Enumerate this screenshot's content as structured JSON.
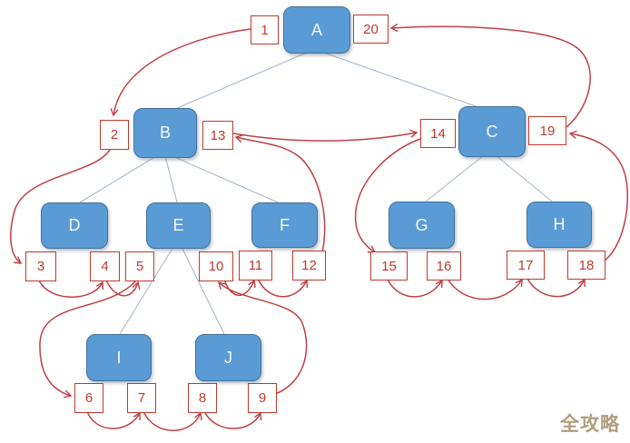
{
  "diagram": {
    "nodes": [
      {
        "id": "A",
        "label": "A"
      },
      {
        "id": "B",
        "label": "B"
      },
      {
        "id": "C",
        "label": "C"
      },
      {
        "id": "D",
        "label": "D"
      },
      {
        "id": "E",
        "label": "E"
      },
      {
        "id": "F",
        "label": "F"
      },
      {
        "id": "G",
        "label": "G"
      },
      {
        "id": "H",
        "label": "H"
      },
      {
        "id": "I",
        "label": "I"
      },
      {
        "id": "J",
        "label": "J"
      }
    ],
    "tree_edges": [
      [
        "A",
        "B"
      ],
      [
        "A",
        "C"
      ],
      [
        "B",
        "D"
      ],
      [
        "B",
        "E"
      ],
      [
        "B",
        "F"
      ],
      [
        "C",
        "G"
      ],
      [
        "C",
        "H"
      ],
      [
        "E",
        "I"
      ],
      [
        "E",
        "J"
      ]
    ],
    "visits": [
      {
        "n": "1",
        "at": "A-left"
      },
      {
        "n": "2",
        "at": "B-left"
      },
      {
        "n": "3",
        "at": "D-left"
      },
      {
        "n": "4",
        "at": "D-right"
      },
      {
        "n": "5",
        "at": "E-left"
      },
      {
        "n": "6",
        "at": "I-left"
      },
      {
        "n": "7",
        "at": "I-right"
      },
      {
        "n": "8",
        "at": "J-left"
      },
      {
        "n": "9",
        "at": "J-right"
      },
      {
        "n": "10",
        "at": "E-right"
      },
      {
        "n": "11",
        "at": "F-left"
      },
      {
        "n": "12",
        "at": "F-right"
      },
      {
        "n": "13",
        "at": "B-right"
      },
      {
        "n": "14",
        "at": "C-left"
      },
      {
        "n": "15",
        "at": "G-left"
      },
      {
        "n": "16",
        "at": "G-right"
      },
      {
        "n": "17",
        "at": "H-left"
      },
      {
        "n": "18",
        "at": "H-right"
      },
      {
        "n": "19",
        "at": "C-right"
      },
      {
        "n": "20",
        "at": "A-right"
      }
    ],
    "traversal_sequence": [
      "1",
      "2",
      "3",
      "4",
      "5",
      "6",
      "7",
      "8",
      "9",
      "10",
      "11",
      "12",
      "13",
      "14",
      "15",
      "16",
      "17",
      "18",
      "19",
      "20"
    ]
  },
  "watermark": {
    "text": "全攻略"
  },
  "colors": {
    "node_fill": "#5b9bd5",
    "node_border": "#41719c",
    "node_text": "#ffffff",
    "visit_box_border": "#c0392b",
    "visit_box_text": "#c0392b",
    "arrow": "#bf4045",
    "tree_edge": "#a9b8c8",
    "background": "#ffffff",
    "watermark": "#b29e7c"
  }
}
